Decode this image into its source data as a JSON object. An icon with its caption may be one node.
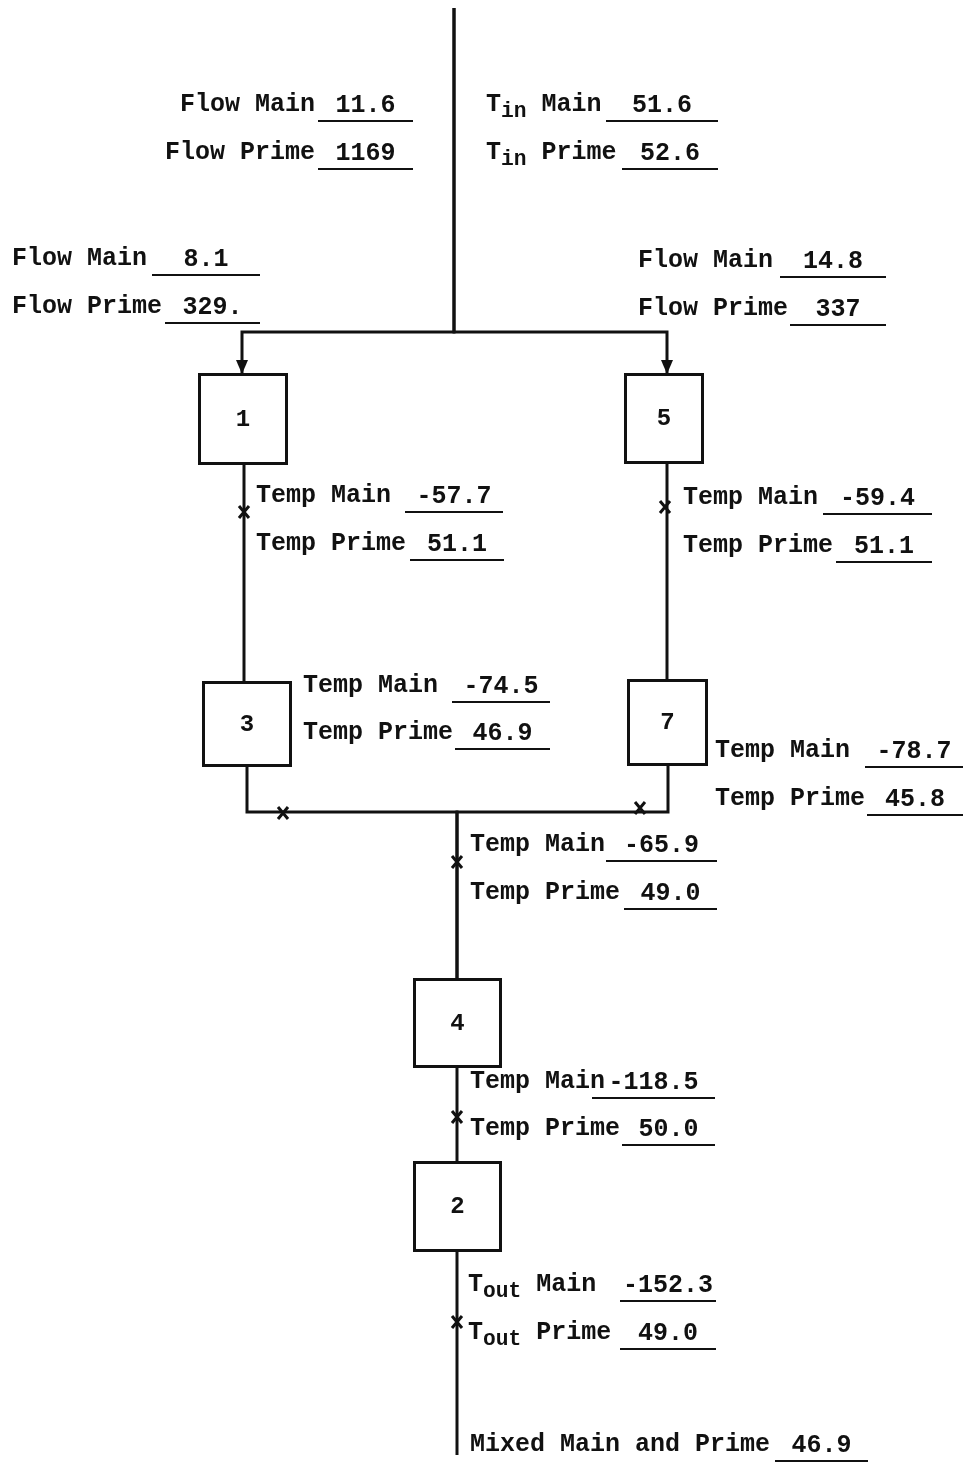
{
  "diagram": {
    "nodes": [
      {
        "text": [
          "1"
        ]
      },
      {
        "text": [
          "5"
        ]
      },
      {
        "text": [
          "3"
        ]
      },
      {
        "text": [
          "7"
        ]
      },
      {
        "text": [
          "4"
        ]
      },
      {
        "text": [
          "2"
        ]
      }
    ],
    "edges": [
      {
        "from": null,
        "to": 0,
        "arrow": "to"
      },
      {
        "from": null,
        "to": 1,
        "arrow": "to"
      },
      {
        "from": 0,
        "to": 2,
        "arrow": "none"
      },
      {
        "from": 1,
        "to": 3,
        "arrow": "none"
      },
      {
        "from": 2,
        "to": 4,
        "arrow": "none"
      },
      {
        "from": 3,
        "to": 4,
        "arrow": "none"
      },
      {
        "from": 4,
        "to": 5,
        "arrow": "none"
      },
      {
        "from": 5,
        "to": null,
        "arrow": "none"
      }
    ],
    "labels": [
      "Flow Main",
      "11.6",
      "Flow Prime",
      "1169",
      "T$_{in}$ Main",
      "51.6",
      "T$_{in}$ Prime",
      "52.6",
      "Flow Main",
      "8.1",
      "Flow Prime",
      "329.",
      "Flow Main",
      "14.8",
      "Flow Prime",
      "337",
      "Temp Main",
      "-57.7",
      "Temp Prime",
      "51.1",
      "Temp Main",
      "-59.4",
      "Temp Prime",
      "51.1",
      "Temp Main",
      "-74.5",
      "Temp Prime",
      "46.9",
      "Temp Main",
      "-78.7",
      "Temp Prime",
      "45.8",
      "Temp Main",
      "-65.9",
      "Temp Prime",
      "49.0",
      "Temp Main",
      "-118.5",
      "Temp Prime",
      "50.0",
      "T$_{out}$ Main",
      "-152.3",
      "T$_{out}$ Prime",
      "49.0",
      "Mixed Main and Prime",
      "46.9"
    ]
  }
}
